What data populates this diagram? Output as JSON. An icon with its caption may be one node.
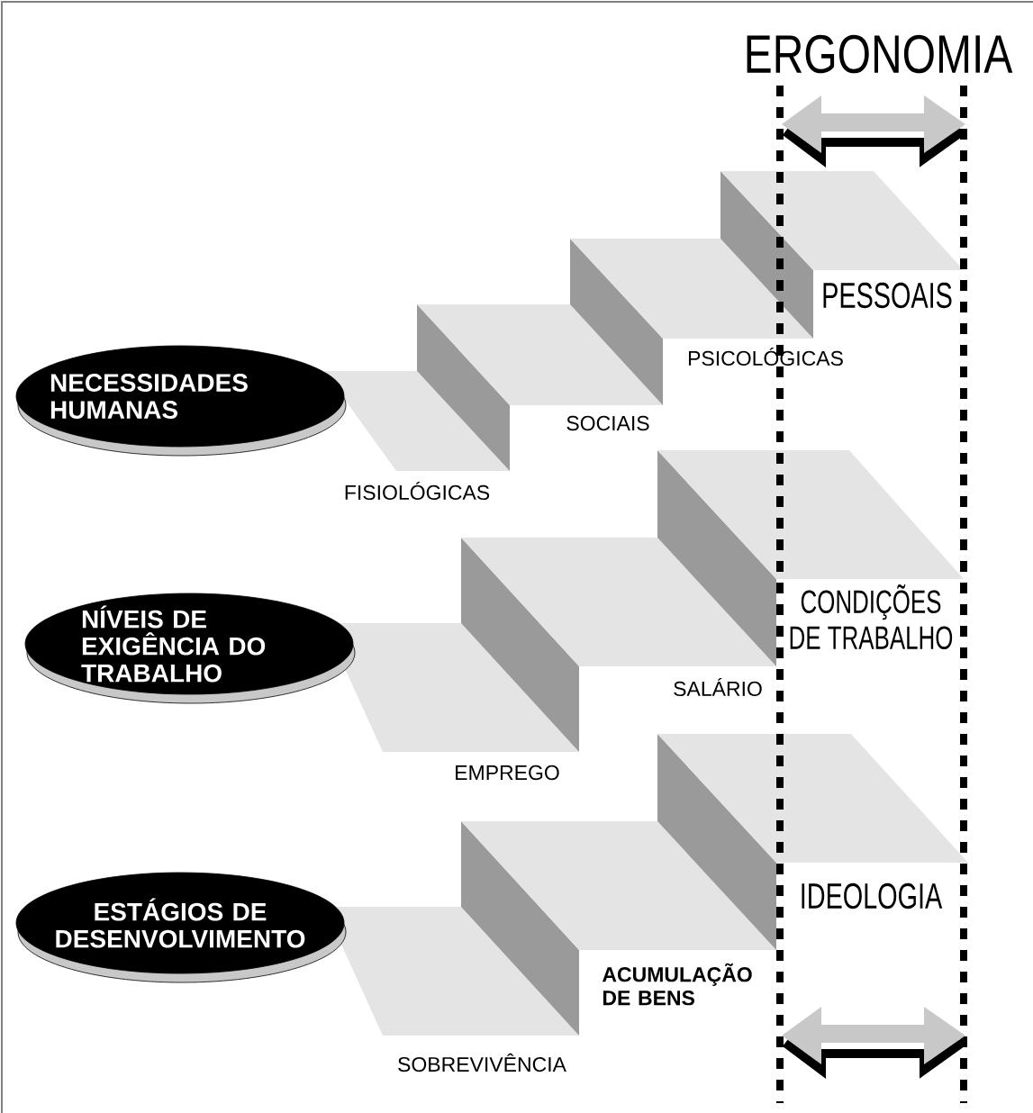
{
  "diagram": {
    "title": "ERGONOMIA",
    "nodes": [
      {
        "text": [
          "NECESSIDADES HUMANAS"
        ]
      },
      {
        "text": [
          "NÍVEIS DE EXIGÊNCIA DO TRABALHO"
        ]
      },
      {
        "text": [
          "ESTÁGIOS DE DESENVOLVIMENTO"
        ]
      }
    ],
    "labels": [
      "PESSOAIS",
      "PSICOLÓGICAS",
      "SOCIAIS",
      "FISIOLÓGICAS",
      "CONDIÇÕES DE TRABALHO",
      "SALÁRIO",
      "EMPREGO",
      "IDEOLOGIA",
      "ACUMULAÇÃO DE BENS",
      "SOBREVIVÊNCIA"
    ]
  }
}
